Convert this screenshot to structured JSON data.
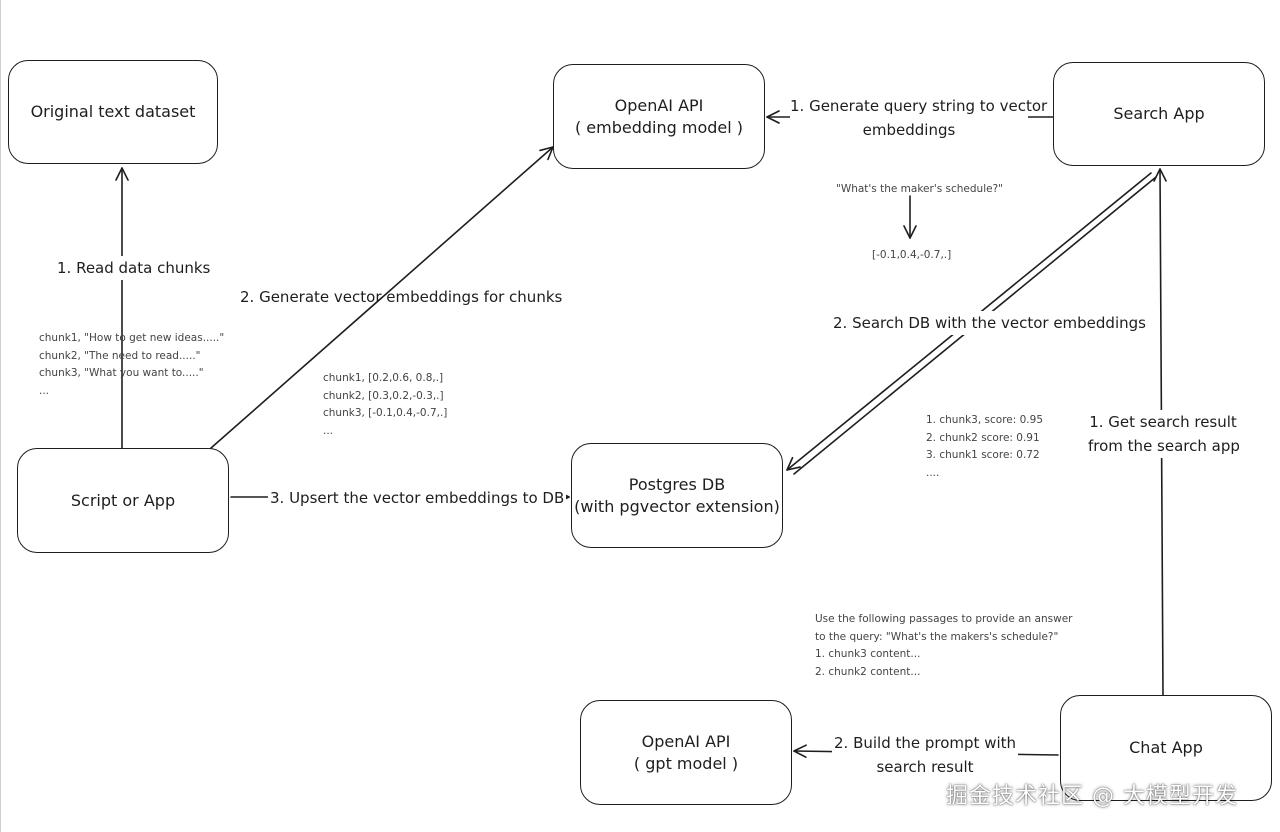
{
  "nodes": {
    "original_dataset": {
      "lines": [
        "Original text dataset"
      ]
    },
    "openai_embedding": {
      "lines": [
        "OpenAI API",
        "( embedding model )"
      ]
    },
    "search_app": {
      "lines": [
        "Search App"
      ]
    },
    "script_or_app": {
      "lines": [
        "Script or App"
      ]
    },
    "postgres_db": {
      "lines": [
        "Postgres DB",
        "(with pgvector extension)"
      ]
    },
    "openai_gpt": {
      "lines": [
        "OpenAI API",
        "( gpt model )"
      ]
    },
    "chat_app": {
      "lines": [
        "Chat App"
      ]
    }
  },
  "edge_labels": {
    "read_chunks": [
      "1. Read data chunks"
    ],
    "generate_embeddings": [
      "2. Generate vector embeddings for chunks"
    ],
    "upsert": [
      "3. Upsert the vector embeddings  to DB"
    ],
    "query_to_vector": [
      "1. Generate query string to vector",
      "embeddings"
    ],
    "search_db": [
      "2. Search DB with the vector embeddings"
    ],
    "get_search_result": [
      "1. Get search result",
      "from the search app"
    ],
    "build_prompt": [
      "2. Build the prompt with",
      "search result"
    ]
  },
  "notes": {
    "chunks_text": [
      "chunk1, \"How to get new ideas.....\"",
      "chunk2, \"The need to read.....\"",
      "chunk3, \"What you want to.....\"",
      "..."
    ],
    "chunks_vectors": [
      "chunk1, [0.2,0.6, 0.8,.]",
      "chunk2, [0.3,0.2,-0.3,.]",
      "chunk3, [-0.1,0.4,-0.7,.]",
      "..."
    ],
    "query_example": [
      "\"What's the maker's schedule?\""
    ],
    "query_vector": [
      "[-0.1,0.4,-0.7,.]"
    ],
    "search_scores": [
      "1. chunk3, score: 0.95",
      "2. chunk2 score: 0.91",
      "3. chunk1 score: 0.72",
      "...."
    ],
    "prompt_text": [
      "Use the following passages to provide an answer",
      "to the query: \"What's the makers's schedule?\"",
      "1. chunk3 content...",
      "2. chunk2 content..."
    ]
  },
  "watermark": "掘金技术社区 @ 大模型开发",
  "colors": {
    "stroke": "#1e1e1e",
    "background": "#ffffff",
    "note_text": "#444444"
  }
}
